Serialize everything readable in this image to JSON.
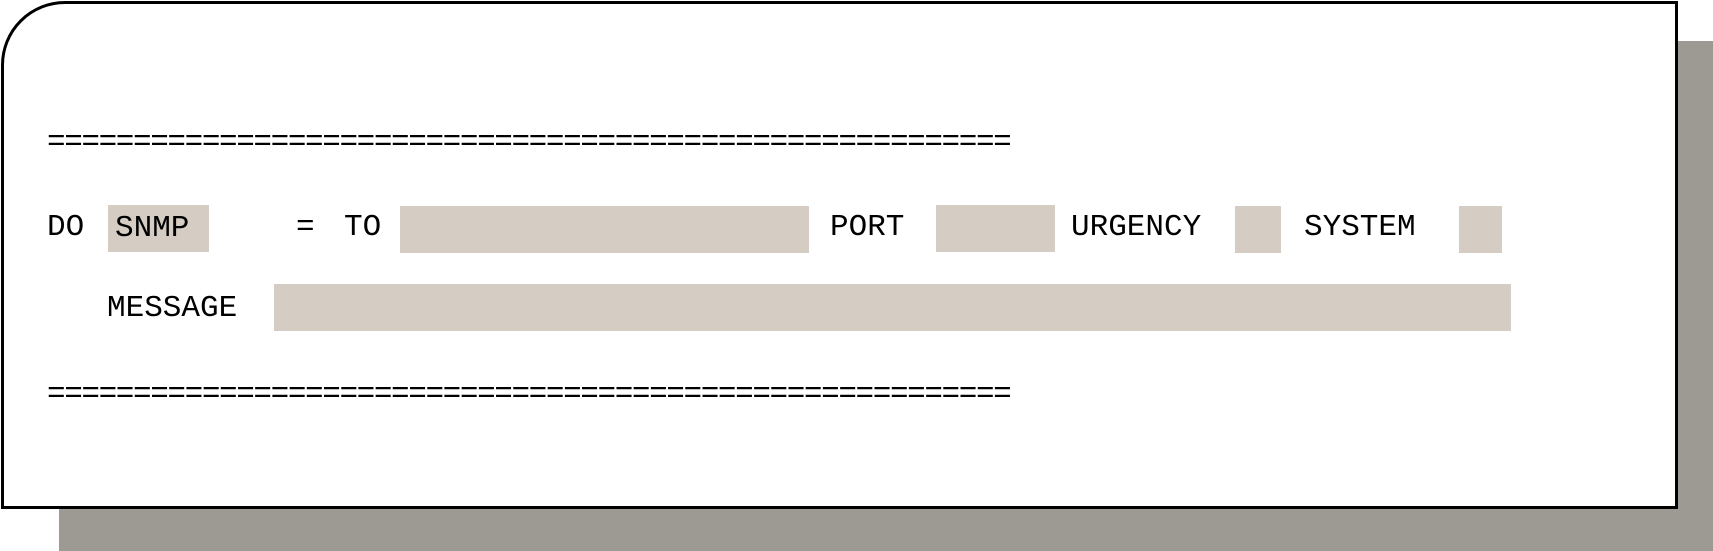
{
  "form": {
    "rule_top": "========================================================",
    "rule_bottom": "========================================================",
    "do_label": "DO",
    "command_value": "SNMP",
    "equals": "=",
    "to_label": "TO",
    "to_value": "",
    "port_label": "PORT",
    "port_value": "",
    "urgency_label": "URGENCY",
    "urgency_value": "",
    "system_label": "SYSTEM",
    "system_value": "",
    "message_label": "MESSAGE",
    "message_value": ""
  },
  "colors": {
    "field_background": "#d5cdc4",
    "shadow": "#9d9a94",
    "panel_background": "#ffffff",
    "border": "#000000"
  }
}
